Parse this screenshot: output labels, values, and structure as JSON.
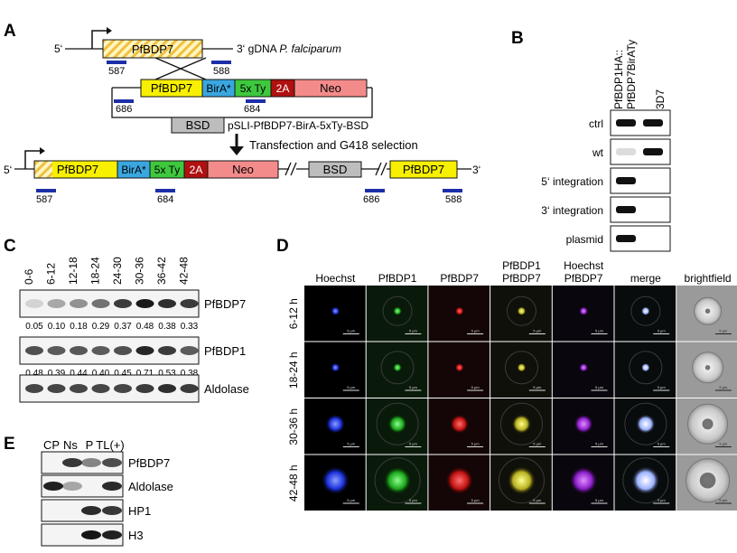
{
  "colors": {
    "yellow": "#f7f000",
    "hatch": "#f0c040",
    "birA": "#3aa7e0",
    "ty": "#3ec83e",
    "twoA": "#b01010",
    "neo": "#f48b8b",
    "bsd": "#bdbdbd",
    "primer": "#1c2fa8",
    "gel_bg": "#ffffff",
    "band": "#111111"
  },
  "panelA": {
    "letter": "A",
    "five_prime": "5‘",
    "three_prime": "3‘",
    "gene_top": "PfBDP7",
    "gdna_label_prefix": "3‘ gDNA ",
    "gdna_species": "P. falciparum",
    "primers": {
      "p587": "587",
      "p588": "588",
      "p686": "686",
      "p684": "684"
    },
    "plasmid": {
      "pfbdp7": "PfBDP7",
      "birA": "BirA*",
      "ty": "5x Ty",
      "twoA": "2A",
      "neo": "Neo",
      "bsd": "BSD",
      "name": "pSLI-PfBDP7-BirA-5xTy-BSD"
    },
    "arrow_label": "Transfection and G418 selection",
    "integrated": {
      "pfbdp7": "PfBDP7",
      "birA": "BirA*",
      "ty": "5x Ty",
      "twoA": "2A",
      "neo": "Neo",
      "bsd": "BSD",
      "pfbdp7_end": "PfBDP7",
      "five_prime": "5‘",
      "three_prime": "3‘"
    },
    "integrated_primers": {
      "p587": "587",
      "p684": "684",
      "p686": "686",
      "p588": "588"
    }
  },
  "panelB": {
    "letter": "B",
    "col1_line1": "PfBDP1HA::",
    "col1_line2": "PfBDP7BirATy",
    "col2": "3D7",
    "rows": [
      "ctrl",
      "wt",
      "5‘ integration",
      "3‘ integration",
      "plasmid"
    ]
  },
  "panelC": {
    "letter": "C",
    "timepoints": [
      "0-6",
      "6-12",
      "12-18",
      "18-24",
      "24-30",
      "30-36",
      "36-42",
      "42-48"
    ],
    "blots": [
      {
        "label": "PfBDP7",
        "quant": [
          "0.05",
          "0.10",
          "0.18",
          "0.29",
          "0.37",
          "0.48",
          "0.38",
          "0.33"
        ]
      },
      {
        "label": "PfBDP1",
        "quant": [
          "0.48",
          "0.39",
          "0.44",
          "0.40",
          "0.45",
          "0.71",
          "0.53",
          "0.38"
        ]
      },
      {
        "label": "Aldolase",
        "quant": []
      }
    ]
  },
  "panelD": {
    "letter": "D",
    "columns": [
      "Hoechst",
      "PfBDP1",
      "PfBDP7",
      "PfBDP1\nPfBDP7",
      "Hoechst\nPfBDP7",
      "merge",
      "brightfield"
    ],
    "col_line1": [
      "Hoechst",
      "PfBDP1",
      "PfBDP7",
      "PfBDP1",
      "Hoechst",
      "merge",
      "brightfield"
    ],
    "col_line2": [
      "",
      "",
      "",
      "PfBDP7",
      "PfBDP7",
      "",
      ""
    ],
    "rows": [
      "6-12 h",
      "18-24 h",
      "30-36 h",
      "42-48 h"
    ],
    "scale": "5 µm"
  },
  "panelE": {
    "letter": "E",
    "lanes": [
      "CP",
      "Ns",
      "P",
      "TL(+)"
    ],
    "blots": [
      "PfBDP7",
      "Aldolase",
      "HP1",
      "H3"
    ]
  }
}
